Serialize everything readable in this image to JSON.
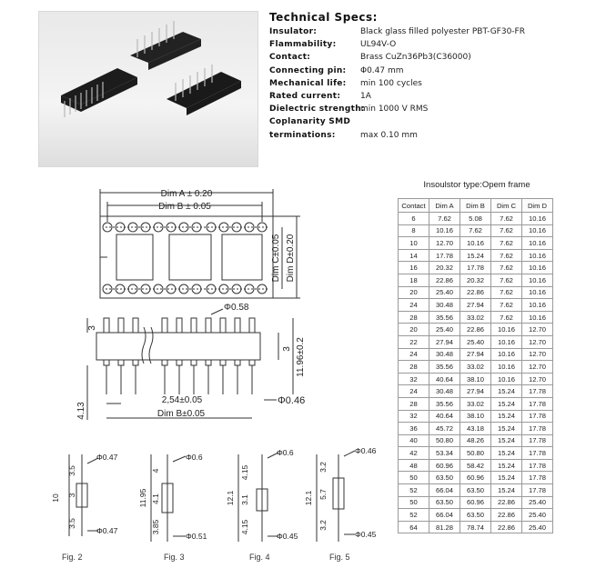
{
  "specs": {
    "title": "Technical Specs:",
    "rows": [
      {
        "label": "Insulator:",
        "value": "Black glass filled polyester PBT-GF30-FR"
      },
      {
        "label": "Flammability:",
        "value": "UL94V-O"
      },
      {
        "label": "Contact:",
        "value": "Brass CuZn36Pb3(C36000)"
      },
      {
        "label": "Connecting pin:",
        "value": "Φ0.47 mm"
      },
      {
        "label": "Mechanical life:",
        "value": "min 100 cycles"
      },
      {
        "label": "Rated current:",
        "value": "1A"
      },
      {
        "label": "Dielectric strength:",
        "value": "min 1000 V RMS"
      },
      {
        "label": "Coplanarity SMD",
        "value": ""
      },
      {
        "label": "terminations:",
        "value": "max 0.10 mm"
      }
    ]
  },
  "table": {
    "caption": "Insoulstor type:Opem frame",
    "headers": [
      "Contact",
      "Dim A",
      "Dim B",
      "Dim C",
      "Dim D"
    ],
    "rows": [
      [
        "6",
        "7.62",
        "5.08",
        "7.62",
        "10.16"
      ],
      [
        "8",
        "10.16",
        "7.62",
        "7.62",
        "10.16"
      ],
      [
        "10",
        "12.70",
        "10.16",
        "7.62",
        "10.16"
      ],
      [
        "14",
        "17.78",
        "15.24",
        "7.62",
        "10.16"
      ],
      [
        "16",
        "20.32",
        "17.78",
        "7.62",
        "10.16"
      ],
      [
        "18",
        "22.86",
        "20.32",
        "7.62",
        "10.16"
      ],
      [
        "20",
        "25.40",
        "22.86",
        "7.62",
        "10.16"
      ],
      [
        "24",
        "30.48",
        "27.94",
        "7.62",
        "10.16"
      ],
      [
        "28",
        "35.56",
        "33.02",
        "7.62",
        "10.16"
      ],
      [
        "20",
        "25.40",
        "22.86",
        "10.16",
        "12.70"
      ],
      [
        "22",
        "27.94",
        "25.40",
        "10.16",
        "12.70"
      ],
      [
        "24",
        "30.48",
        "27.94",
        "10.16",
        "12.70"
      ],
      [
        "28",
        "35.56",
        "33.02",
        "10.16",
        "12.70"
      ],
      [
        "32",
        "40.64",
        "38.10",
        "10.16",
        "12.70"
      ],
      [
        "24",
        "30.48",
        "27.94",
        "15.24",
        "17.78"
      ],
      [
        "28",
        "35.56",
        "33.02",
        "15.24",
        "17.78"
      ],
      [
        "32",
        "40.64",
        "38.10",
        "15.24",
        "17.78"
      ],
      [
        "36",
        "45.72",
        "43.18",
        "15.24",
        "17.78"
      ],
      [
        "40",
        "50.80",
        "48.26",
        "15.24",
        "17.78"
      ],
      [
        "42",
        "53.34",
        "50.80",
        "15.24",
        "17.78"
      ],
      [
        "48",
        "60.96",
        "58.42",
        "15.24",
        "17.78"
      ],
      [
        "50",
        "63.50",
        "60.96",
        "15.24",
        "17.78"
      ],
      [
        "52",
        "66.04",
        "63.50",
        "15.24",
        "17.78"
      ],
      [
        "50",
        "63.50",
        "60.96",
        "22.86",
        "25.40"
      ],
      [
        "52",
        "66.04",
        "63.50",
        "22.86",
        "25.40"
      ],
      [
        "64",
        "81.28",
        "78.74",
        "22.86",
        "25.40"
      ]
    ]
  },
  "drawing": {
    "dim_a": "Dim A ± 0.20",
    "dim_b": "Dim B ± 0.05",
    "dim_b_bottom": "Dim B±0.05",
    "dim_c": "Dim C±0.05",
    "dim_d": "Dim D±0.20",
    "pin_dia": "Φ0.58",
    "pitch": "2,54±0.05",
    "lead_dia": "Φ0.46",
    "height": "11.96±0.2",
    "h3_left": "3",
    "h3_right": "3",
    "h413": "4.13"
  },
  "figs": [
    {
      "label": "Fig. 2",
      "top_dia": "Φ0.47",
      "bottom_dia": "Φ0.47",
      "total": "10",
      "seg_a": "3.5",
      "seg_b": "3",
      "seg_c": "3.5"
    },
    {
      "label": "Fig. 3",
      "top_dia": "Φ0.6",
      "bottom_dia": "Φ0.51",
      "total": "11.95",
      "seg_a": "4",
      "seg_b": "4.1",
      "seg_c": "3.85"
    },
    {
      "label": "Fig. 4",
      "top_dia": "Φ0.6",
      "bottom_dia": "Φ0.45",
      "total": "12.1",
      "seg_a": "4.15",
      "seg_b": "3.1",
      "seg_c": "4.15"
    },
    {
      "label": "Fig. 5",
      "top_dia": "Φ0.46",
      "bottom_dia": "Φ0.45",
      "total": "12.1",
      "seg_a": "3.2",
      "seg_b": "5.7",
      "seg_c": "3.2"
    }
  ]
}
